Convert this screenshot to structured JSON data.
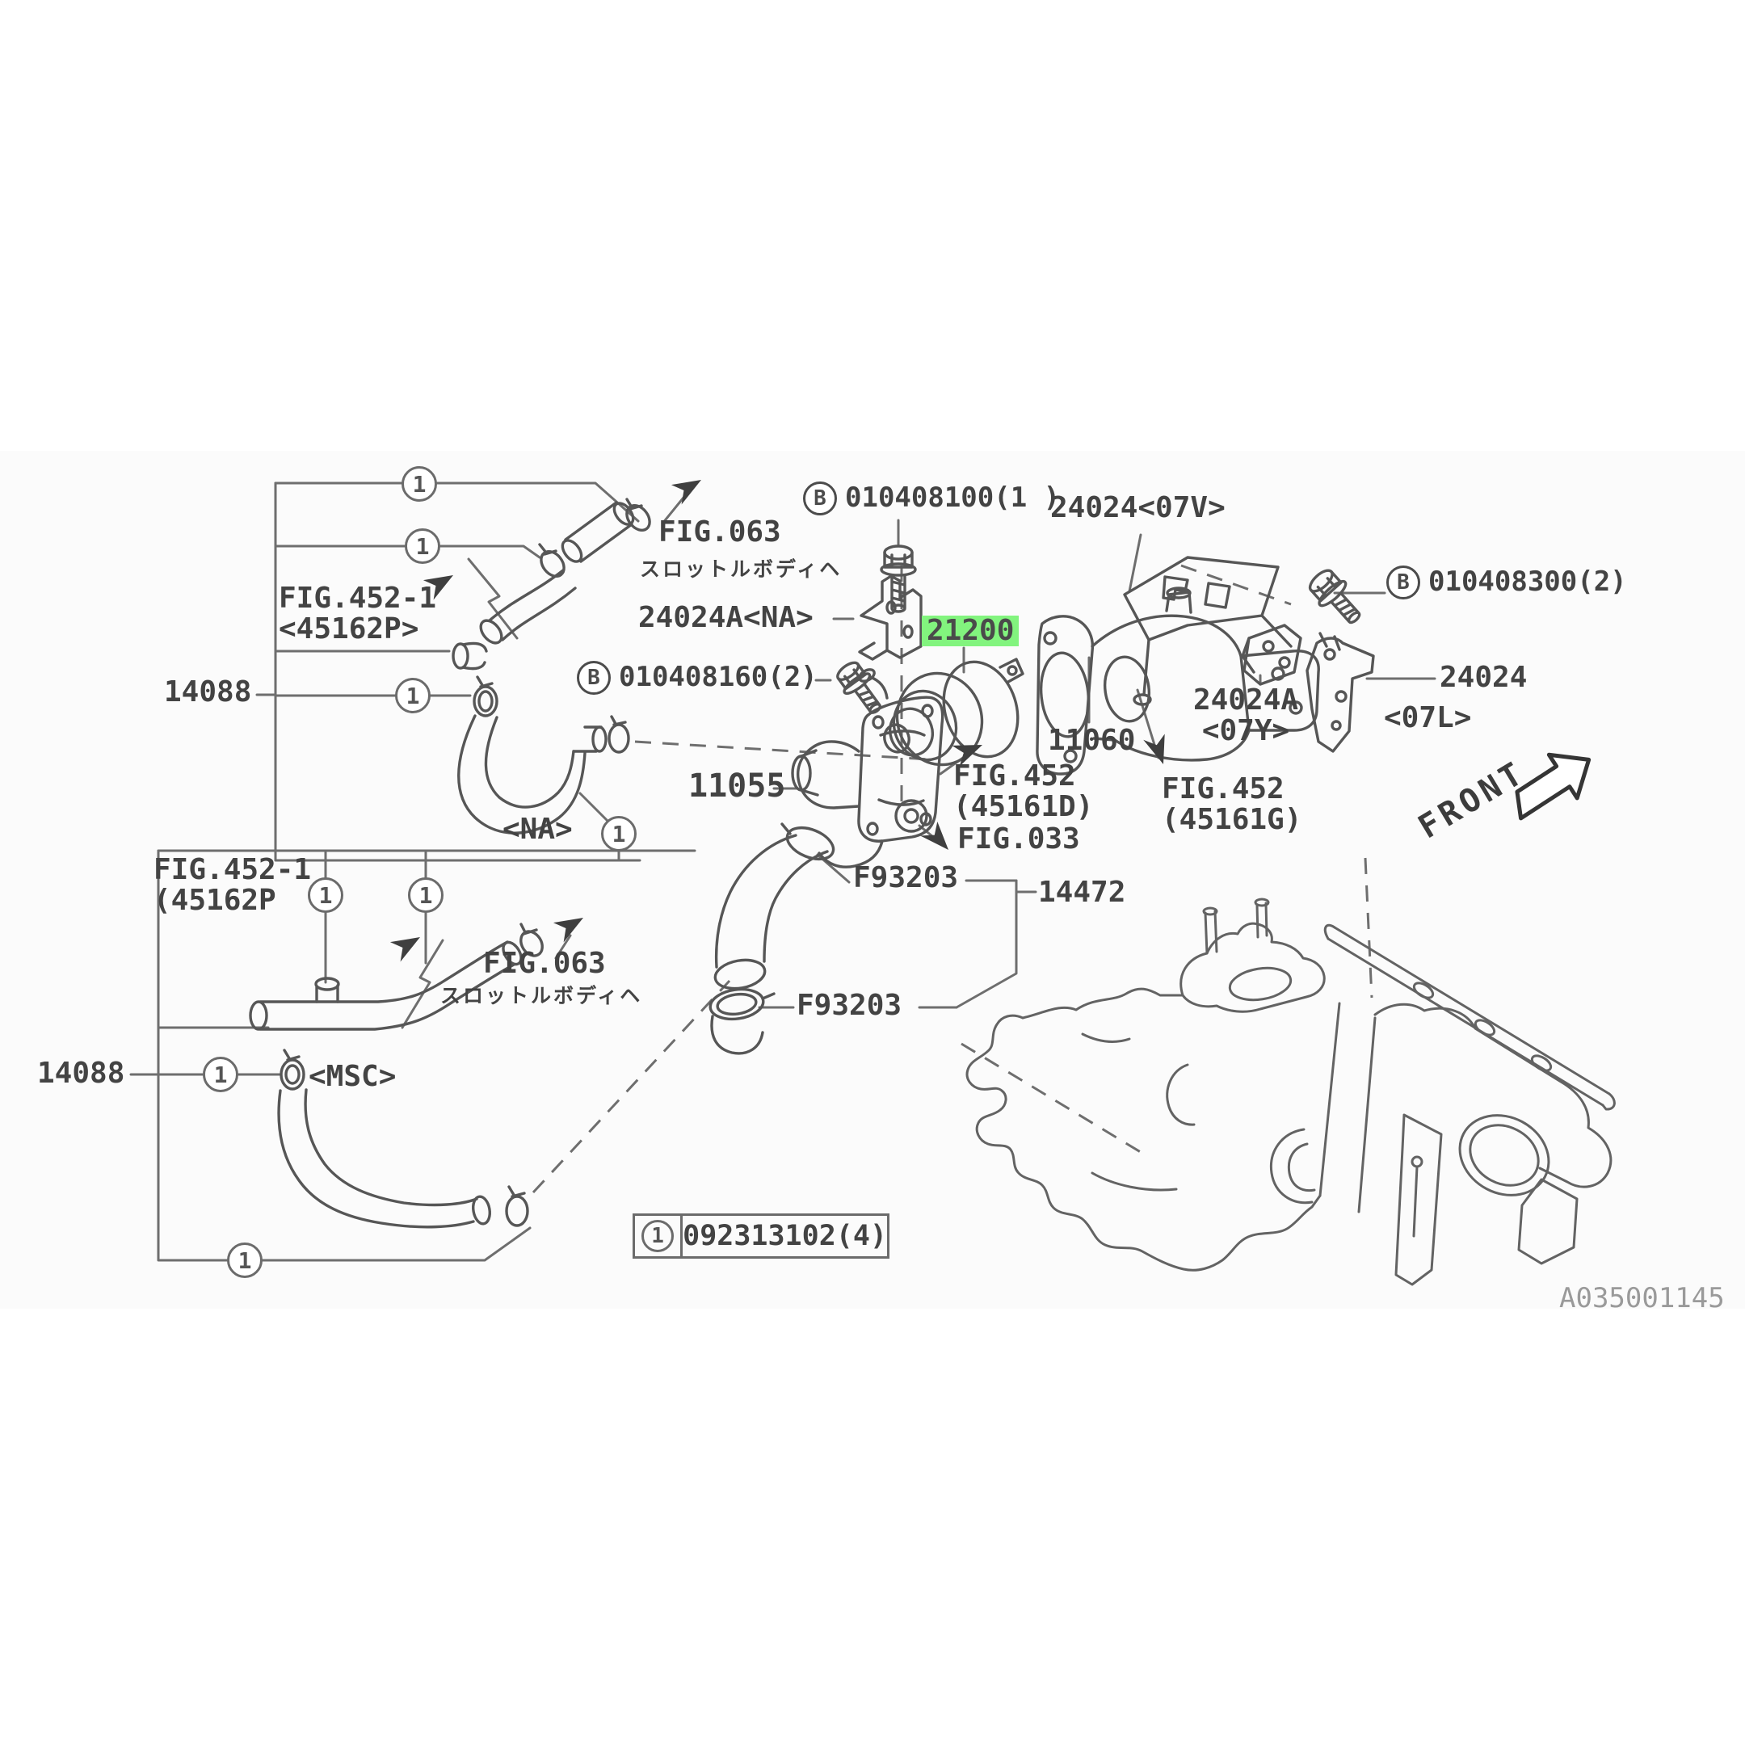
{
  "diagram": {
    "doc_number": "A035001145",
    "front": "FRONT",
    "callout": "1",
    "bolt_symbol": "B",
    "highlight_color": "#82f47e",
    "line_color": "#5a5a5a",
    "legend": {
      "callout": "1",
      "part_number": "092313102(4)"
    },
    "labels": {
      "fig063_top": "FIG.063",
      "fig063_top_jp": "スロットルボディヘ",
      "bolt_100": "010408100(1 )",
      "bracket_07v": "24024<07V>",
      "bolt_300": "010408300(2)",
      "bracket_na": "24024A<NA>",
      "thermostat": "21200",
      "bolt_160": "010408160(2)",
      "hose_14088_top": "14088",
      "fig452_1_top_a": "FIG.452-1",
      "fig452_1_top_b": "<45162P>",
      "pipe_11055": "11055",
      "inlet_11060": "11060",
      "bracket_07y_a": "24024A",
      "bracket_07y_b": "<07Y>",
      "bracket_24024": "24024",
      "bracket_07l": "<07L>",
      "fig452_g_a": "FIG.452",
      "fig452_g_b": "(45161G)",
      "fig452_d_a": "FIG.452",
      "fig452_d_b": "(45161D)",
      "fig033": "FIG.033",
      "clamp_upper": "F93203",
      "hose_14472": "14472",
      "clamp_lower": "F93203",
      "variant_na": "<NA>",
      "variant_msc": "<MSC>",
      "fig452_1_bot_a": "FIG.452-1",
      "fig452_1_bot_b": "(45162P",
      "hose_14088_bot": "14088",
      "fig063_bot": "FIG.063",
      "fig063_bot_jp": "スロットルボディヘ"
    }
  }
}
